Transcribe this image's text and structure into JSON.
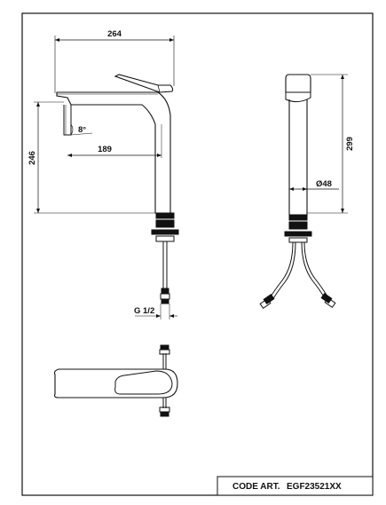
{
  "drawing": {
    "dimensions": {
      "width": "264",
      "height": "246",
      "angle": "8°",
      "reach": "189",
      "side_height": "299",
      "diameter": "Ø48",
      "thread": "G 1/2"
    },
    "title_block": {
      "code_label": "CODE ART.",
      "code_value": "EGF23521XX"
    }
  }
}
